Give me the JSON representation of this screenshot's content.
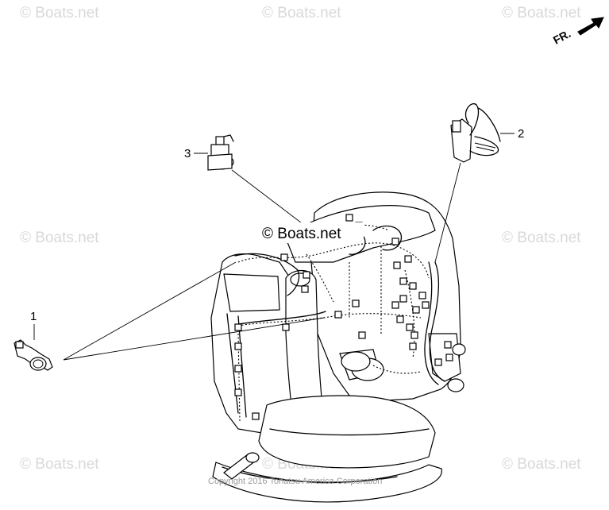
{
  "watermarks": {
    "tl": "© Boats.net",
    "tc": "© Boats.net",
    "tr": "© Boats.net",
    "ml": "© Boats.net",
    "mr": "© Boats.net",
    "center": "© Boats.net",
    "bl": "© Boats.net",
    "bc": "© Boats.net",
    "br": "© Boats.net"
  },
  "direction_label": "FR.",
  "callouts": [
    "1",
    "2",
    "3"
  ],
  "copyright": "Copyright 2016 Tohatsu America Corporation",
  "colors": {
    "line": "#000000",
    "watermark": "#d9d9d9",
    "copyright": "#9a9a9a"
  },
  "icons": {
    "direction": "arrow-icon"
  }
}
